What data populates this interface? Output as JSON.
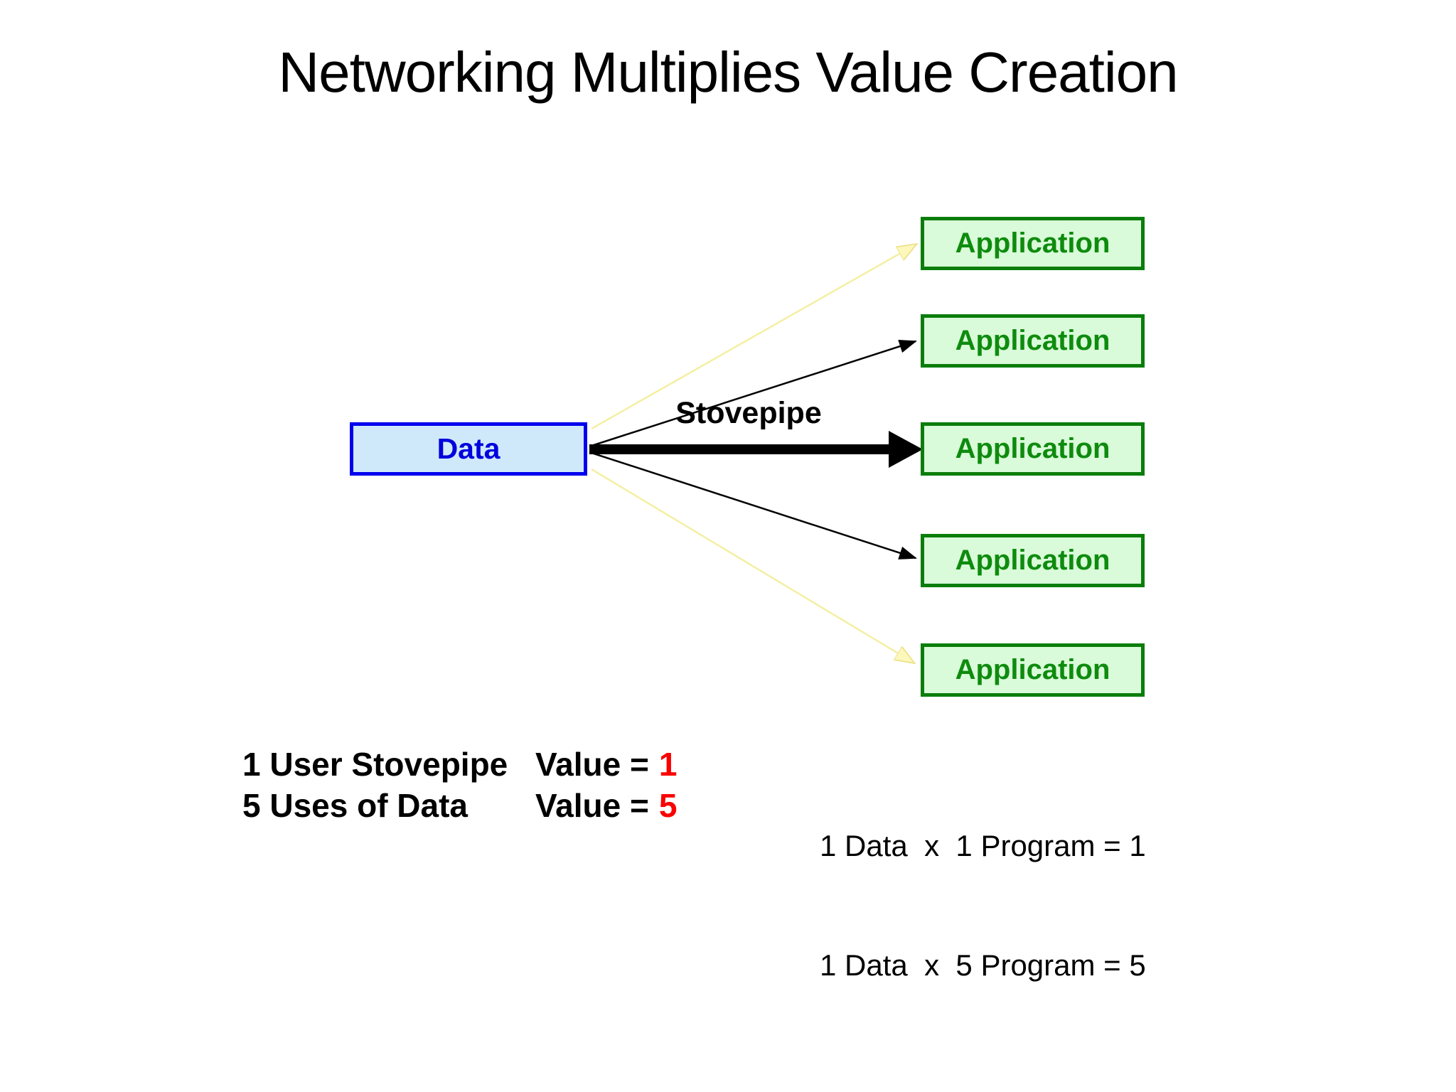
{
  "title": "Networking Multiplies Value Creation",
  "diagram": {
    "data_box": {
      "label": "Data"
    },
    "stovepipe_label": "Stovepipe",
    "applications": [
      {
        "label": "Application"
      },
      {
        "label": "Application"
      },
      {
        "label": "Application"
      },
      {
        "label": "Application"
      },
      {
        "label": "Application"
      }
    ],
    "colors": {
      "data_box_fill": "#cfe9fb",
      "data_box_border": "#0000ee",
      "data_text": "#0000dd",
      "app_box_fill": "#d9fbd9",
      "app_box_border": "#0b7d0b",
      "app_text": "#0e8b0e",
      "stovepipe_arrow": "#000000",
      "thin_arrow": "#000000",
      "weak_link_arrow": "#f5efa3",
      "red_value": "#fa0000"
    }
  },
  "equations_left": {
    "line1": {
      "label": "1 User Stovepipe",
      "value_label": "Value =",
      "value": "1"
    },
    "line2": {
      "label": "5 Uses of Data",
      "value_label": "Value =",
      "value": "5"
    }
  },
  "equations_right": {
    "line1": "1 Data  x  1 Program = 1",
    "line2": "1 Data  x  5 Program = 5"
  }
}
